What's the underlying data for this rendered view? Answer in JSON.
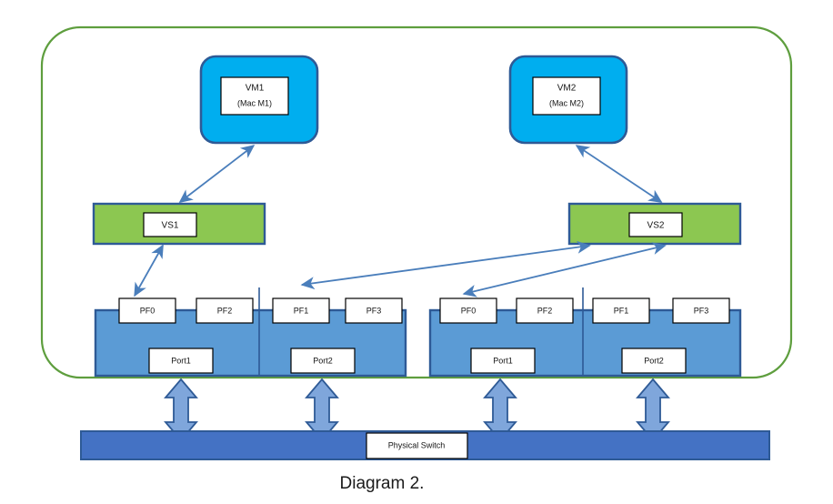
{
  "diagram": {
    "caption": "Diagram 2.",
    "host_boundary": {
      "name": "host-boundary",
      "stroke": "#5E9E3E",
      "fill": "#ffffff"
    },
    "colors": {
      "vm_fill": "#00AEEF",
      "vm_stroke": "#2E5A96",
      "vswitch_fill": "#8CC751",
      "vswitch_stroke": "#2E5A96",
      "nic_fill": "#5B9BD5",
      "nic_stroke": "#2E5A96",
      "switch_fill": "#4472C4",
      "switch_stroke": "#2E5A96",
      "arrow_line": "#4A7EBB",
      "block_arrow_fill": "#7FA6DB",
      "block_arrow_stroke": "#2E5A96",
      "label_box_fill": "#FFFFFF",
      "label_box_stroke": "#000000"
    },
    "vms": [
      {
        "id": "vm1",
        "title": "VM1",
        "subtitle": "(Mac M1)"
      },
      {
        "id": "vm2",
        "title": "VM2",
        "subtitle": "(Mac M2)"
      }
    ],
    "vswitches": [
      {
        "id": "vs1",
        "label": "VS1"
      },
      {
        "id": "vs2",
        "label": "VS2"
      }
    ],
    "nics": [
      {
        "id": "nic-left",
        "pfs": [
          "PF0",
          "PF2",
          "PF1",
          "PF3"
        ],
        "ports": [
          "Port1",
          "Port2"
        ]
      },
      {
        "id": "nic-right",
        "pfs": [
          "PF0",
          "PF2",
          "PF1",
          "PF3"
        ],
        "ports": [
          "Port1",
          "Port2"
        ]
      }
    ],
    "physical_switch": {
      "label": "Physical Switch"
    },
    "connections": [
      {
        "from": "vs1",
        "to": "vm1",
        "style": "double-arrow"
      },
      {
        "from": "vs2",
        "to": "vm2",
        "style": "double-arrow"
      },
      {
        "from": "vs1",
        "to": "nic-left-pf0",
        "style": "double-arrow"
      },
      {
        "from": "vs2",
        "to": "nic-left-pf1",
        "style": "double-arrow"
      },
      {
        "from": "vs2",
        "to": "nic-right-pf0",
        "style": "double-arrow"
      },
      {
        "from": "nic-left-port1",
        "to": "physical-switch",
        "style": "block-double-arrow"
      },
      {
        "from": "nic-left-port2",
        "to": "physical-switch",
        "style": "block-double-arrow"
      },
      {
        "from": "nic-right-port1",
        "to": "physical-switch",
        "style": "block-double-arrow"
      },
      {
        "from": "nic-right-port2",
        "to": "physical-switch",
        "style": "block-double-arrow"
      }
    ]
  }
}
